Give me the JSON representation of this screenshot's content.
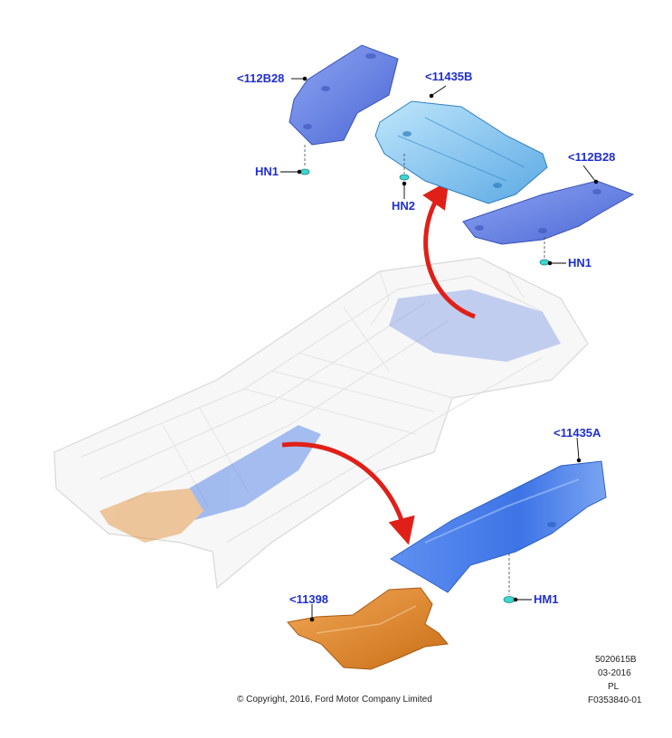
{
  "callouts": {
    "shield_112b28_upper": "<112B28",
    "shield_11435b": "<11435B",
    "shield_112b28_right": "<112B28",
    "shield_11435a": "<11435A",
    "shield_11398": "<11398",
    "fastener_hn1_upper": "HN1",
    "fastener_hn2": "HN2",
    "fastener_hn1_right": "HN1",
    "fastener_hm1": "HM1"
  },
  "footer": {
    "copyright": "© Copyright, 2016, Ford Motor Company Limited",
    "code": "5020615B",
    "date": "03-2016",
    "lang": "PL",
    "figure": "F0353840-01"
  },
  "colors": {
    "label_blue": "#1f2fd0",
    "shield_blue": "#5b7ee0",
    "shield_light_blue": "#8fc6ef",
    "shield_orange": "#e08a2a",
    "arrow_red": "#e02018",
    "fastener_cyan": "#3ed6d0"
  }
}
